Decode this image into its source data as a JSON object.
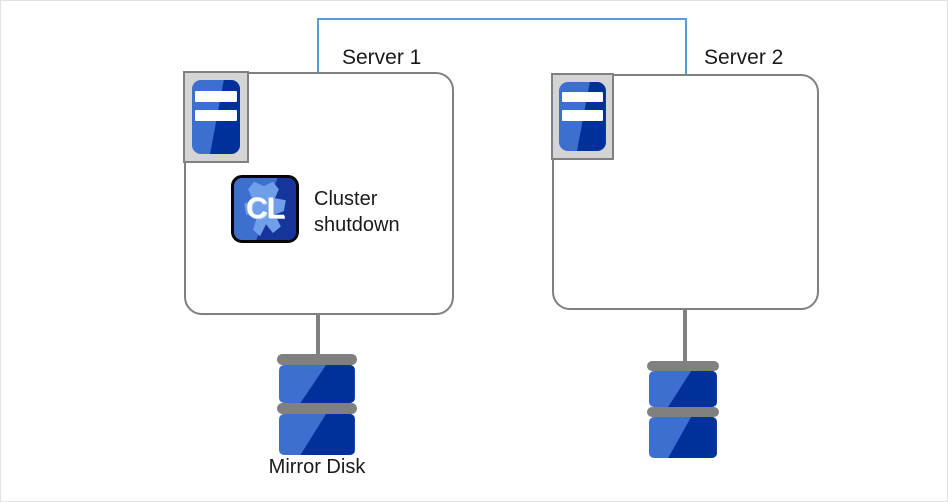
{
  "diagram": {
    "title": "Mirror disk two-server cluster with cluster shutdown on Server 1",
    "colors": {
      "bracket": "#5b9bd5",
      "box_border": "#808080",
      "icon_blue_light": "#3c6fd0",
      "icon_blue_dark": "#00309a",
      "icon_frame_gray": "#d4d4d4",
      "connector_gray": "#808080",
      "canvas_border": "#e2e2e2",
      "text": "#1a1a1a"
    },
    "servers": [
      {
        "id": "server-1",
        "label": "Server 1",
        "icon_name": "server-machine-icon",
        "app": {
          "icon_name": "cluster-cl-icon",
          "icon_text": "CL",
          "label": "Cluster\nshutdown"
        },
        "disk": {
          "icon_name": "mirror-disk-icon",
          "label": "Mirror Disk"
        }
      },
      {
        "id": "server-2",
        "label": "Server 2",
        "icon_name": "server-machine-icon",
        "app": null,
        "disk": {
          "icon_name": "mirror-disk-icon",
          "label": ""
        }
      }
    ],
    "bracket": {
      "name": "cluster-bracket",
      "connects": [
        "Server 1",
        "Server 2"
      ]
    }
  }
}
